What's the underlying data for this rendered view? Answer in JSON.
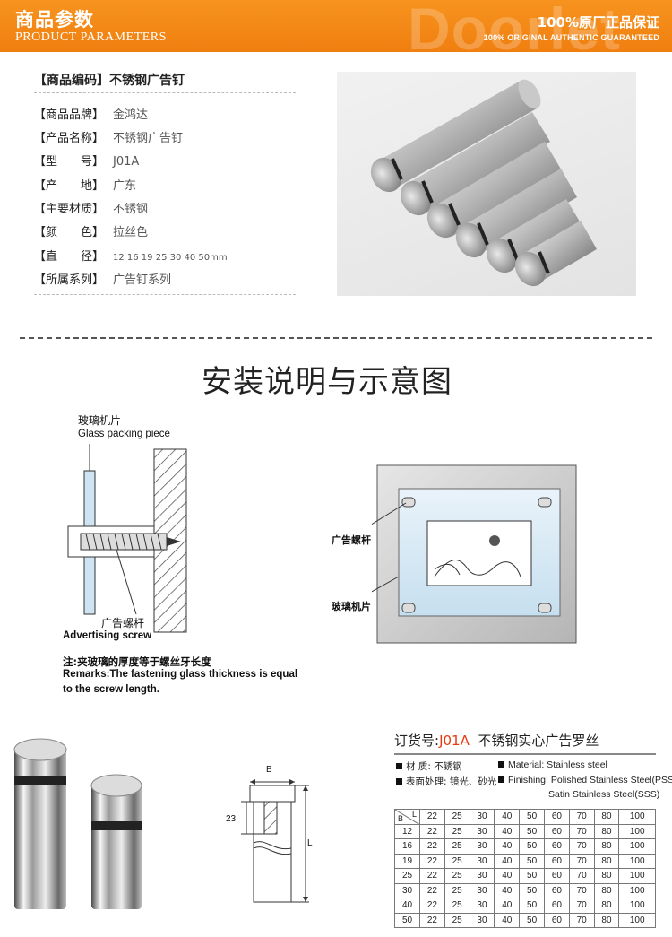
{
  "banner": {
    "title": "商品参数",
    "subtitle": "PRODUCT PARAMETERS",
    "watermark": "Doorlet",
    "guarantee": "100%原厂正品保证",
    "guarantee_en": "100% ORIGINAL AUTHENTIC GUARANTEED"
  },
  "params": {
    "code_label": "【商品编码】",
    "code_value": "不锈钢广告钉",
    "rows": [
      {
        "label": "【商品品牌】",
        "value": "金鸿达"
      },
      {
        "label": "【产品名称】",
        "value": "不锈钢广告钉"
      },
      {
        "label": "【型　　号】",
        "value": "J01A"
      },
      {
        "label": "【产　　地】",
        "value": "广东"
      },
      {
        "label": "【主要材质】",
        "value": "不锈钢"
      },
      {
        "label": "【颜　　色】",
        "value": "拉丝色"
      },
      {
        "label": "【直　　径】",
        "value": "12  16  19  25  30  40  50mm"
      },
      {
        "label": "【所属系列】",
        "value": "广告钉系列"
      }
    ]
  },
  "install": {
    "title": "安装说明与示意图",
    "glass_cn": "玻璃机片",
    "glass_en": "Glass packing piece",
    "screw_cn": "广告螺杆",
    "screw_en": "Advertising screw",
    "note_cn": "注:夹玻璃的厚度等于螺丝牙长度",
    "note_en_1": "Remarks:The fastening glass thickness is equal",
    "note_en_2": "to the screw length.",
    "right_screw_cn": "广告螺杆",
    "right_glass_cn": "玻璃机片"
  },
  "dimension": {
    "b_label": "B",
    "h_value": "23",
    "l_label": "L"
  },
  "order": {
    "title_prefix": "订货号:",
    "code": "J01A",
    "title_suffix": "不锈钢实心广告罗丝",
    "material_cn": "材  质:  不锈钢",
    "surface_cn": "表面处理:  镜光、砂光",
    "material_en": "Material: Stainless steel",
    "finishing_en": "Finishing: Polished Stainless Steel(PSS)",
    "finishing_en_2": "Satin Stainless Steel(SSS)",
    "table": {
      "corner_b": "B",
      "corner_l": "L",
      "l_values": [
        "22",
        "25",
        "30",
        "40",
        "50",
        "60",
        "70",
        "80",
        "100"
      ],
      "rows": [
        {
          "b": "12",
          "cells": [
            "22",
            "25",
            "30",
            "40",
            "50",
            "60",
            "70",
            "80",
            "100"
          ]
        },
        {
          "b": "16",
          "cells": [
            "22",
            "25",
            "30",
            "40",
            "50",
            "60",
            "70",
            "80",
            "100"
          ]
        },
        {
          "b": "19",
          "cells": [
            "22",
            "25",
            "30",
            "40",
            "50",
            "60",
            "70",
            "80",
            "100"
          ]
        },
        {
          "b": "25",
          "cells": [
            "22",
            "25",
            "30",
            "40",
            "50",
            "60",
            "70",
            "80",
            "100"
          ]
        },
        {
          "b": "30",
          "cells": [
            "22",
            "25",
            "30",
            "40",
            "50",
            "60",
            "70",
            "80",
            "100"
          ]
        },
        {
          "b": "40",
          "cells": [
            "22",
            "25",
            "30",
            "40",
            "50",
            "60",
            "70",
            "80",
            "100"
          ]
        },
        {
          "b": "50",
          "cells": [
            "22",
            "25",
            "30",
            "40",
            "50",
            "60",
            "70",
            "80",
            "100"
          ]
        }
      ]
    }
  }
}
